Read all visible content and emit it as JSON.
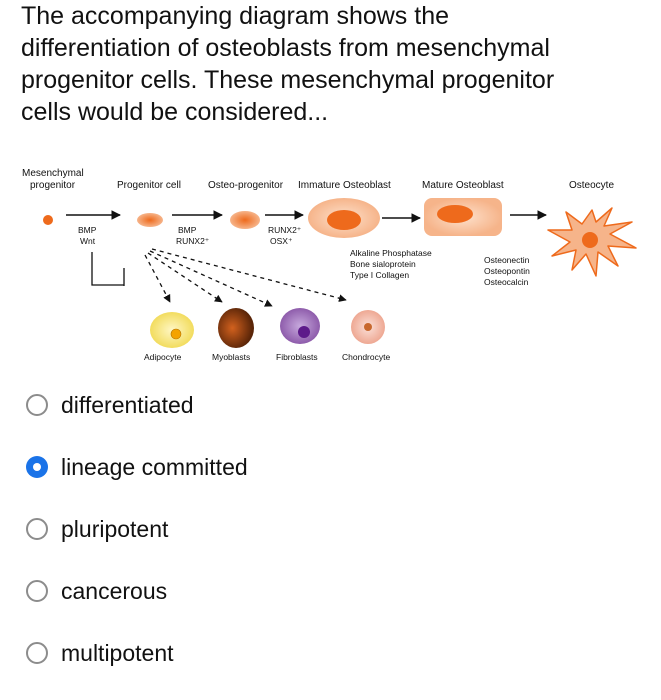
{
  "question": {
    "line1": "The accompanying diagram shows the",
    "line2": "differentiation of osteoblasts from mesenchymal",
    "line3": "progenitor cells. These mesenchymal progenitor",
    "line4": "cells would be considered..."
  },
  "diagram": {
    "stages": {
      "mesenchymal_line1": "Mesenchymal",
      "mesenchymal_line2": "progenitor",
      "progenitor": "Progenitor cell",
      "osteo_progenitor": "Osteo-progenitor",
      "immature": "Immature Osteoblast",
      "mature": "Mature Osteoblast",
      "osteocyte": "Osteocyte"
    },
    "factors": {
      "bmp1": "BMP",
      "wnt": "Wnt",
      "bmp2": "BMP",
      "runx2a": "RUNX2⁺",
      "runx2b": "RUNX2⁺",
      "osx": "OSX⁺"
    },
    "markers": {
      "alk": "Alkaline Phosphatase",
      "bsp": "Bone sialoprotein",
      "col": "Type I Collagen",
      "on": "Osteonectin",
      "op": "Osteopontin",
      "oc": "Osteocalcin"
    },
    "lineages": {
      "adipocyte": "Adipocyte",
      "myoblasts": "Myoblasts",
      "fibroblasts": "Fibroblasts",
      "chondrocyte": "Chondrocyte"
    },
    "colors": {
      "cell_orange": "#ee6a1c",
      "cell_light": "#f6b48a",
      "adipocyte": "#f4e27a",
      "myoblast": "#8a3b12",
      "fibroblast": "#9a6bb5",
      "chondrocyte": "#f1b7a8"
    }
  },
  "options": [
    {
      "label": "differentiated",
      "selected": false
    },
    {
      "label": "lineage committed",
      "selected": true
    },
    {
      "label": "pluripotent",
      "selected": false
    },
    {
      "label": "cancerous",
      "selected": false
    },
    {
      "label": "multipotent",
      "selected": false
    }
  ],
  "accent_color": "#1a73e8"
}
